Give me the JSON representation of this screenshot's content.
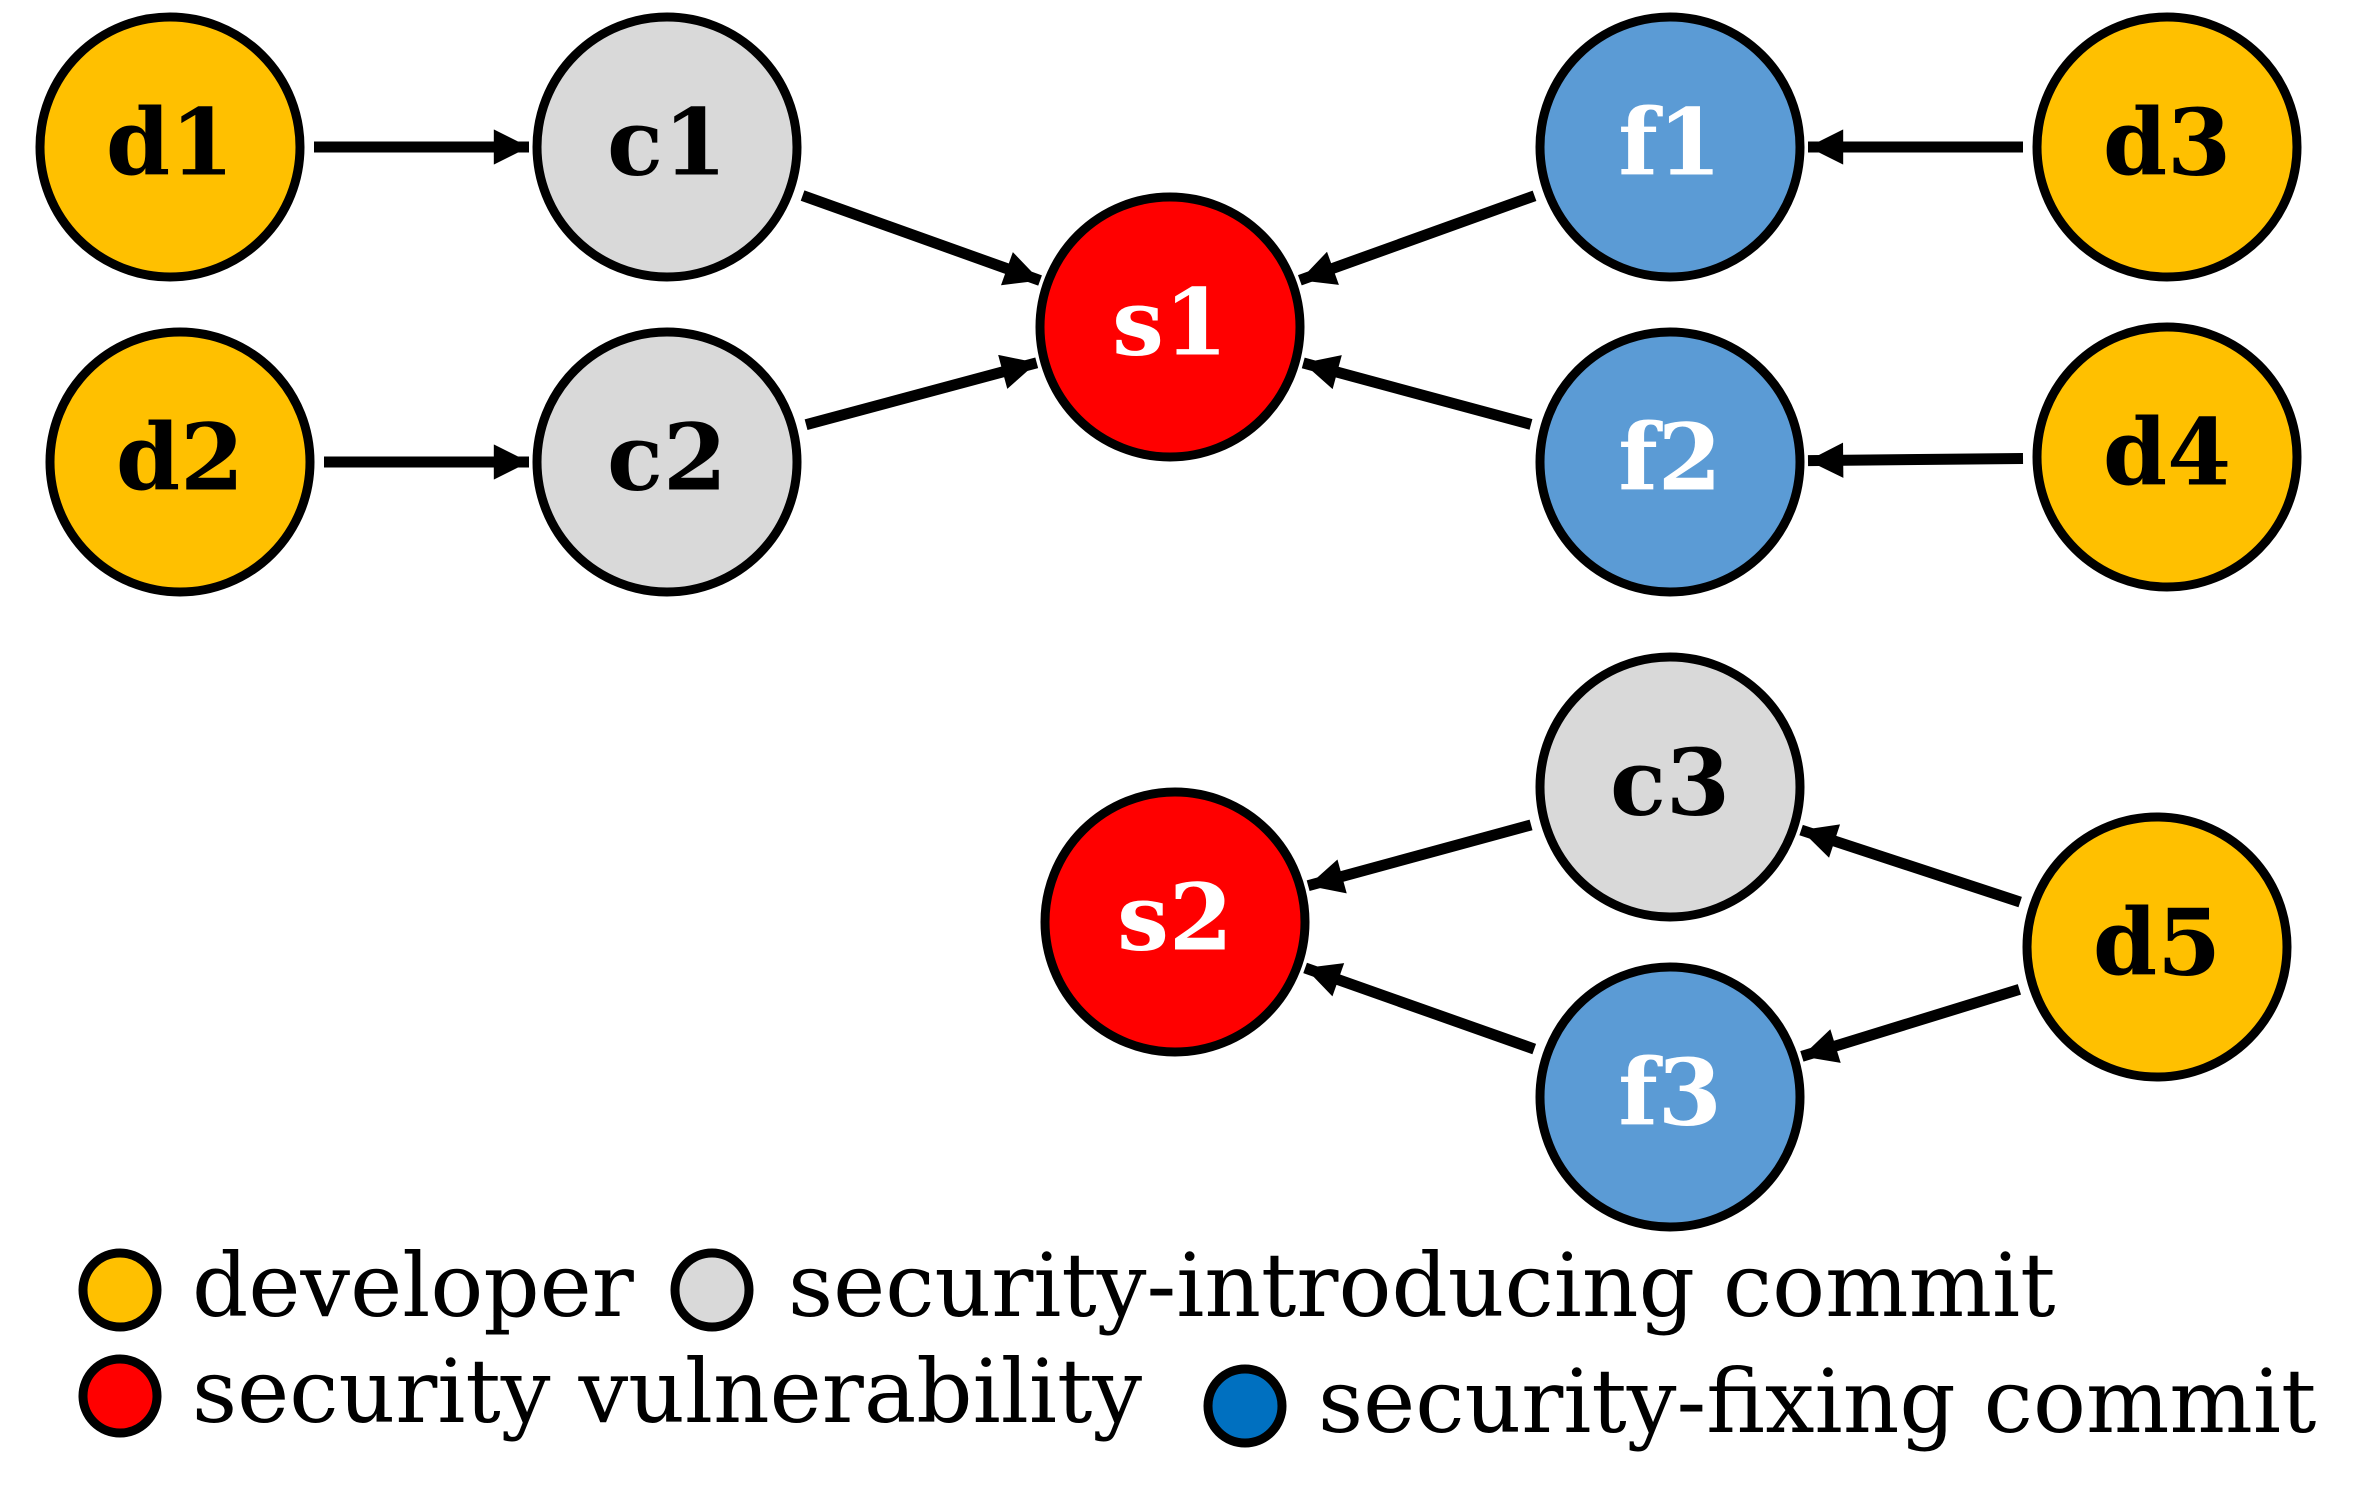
{
  "colors": {
    "developer": "#FFC000",
    "commit": "#D9D9D9",
    "vulnerability": "#FF0000",
    "fix": "#5B9BD5",
    "fix_legend": "#0070C0",
    "stroke": "#000000"
  },
  "nodes": [
    {
      "id": "d1",
      "label": "d1",
      "kind": "developer"
    },
    {
      "id": "c1",
      "label": "c1",
      "kind": "commit"
    },
    {
      "id": "d2",
      "label": "d2",
      "kind": "developer"
    },
    {
      "id": "c2",
      "label": "c2",
      "kind": "commit"
    },
    {
      "id": "s1",
      "label": "s1",
      "kind": "vulnerability"
    },
    {
      "id": "f1",
      "label": "f1",
      "kind": "fix"
    },
    {
      "id": "d3",
      "label": "d3",
      "kind": "developer"
    },
    {
      "id": "f2",
      "label": "f2",
      "kind": "fix"
    },
    {
      "id": "d4",
      "label": "d4",
      "kind": "developer"
    },
    {
      "id": "c3",
      "label": "c3",
      "kind": "commit"
    },
    {
      "id": "s2",
      "label": "s2",
      "kind": "vulnerability"
    },
    {
      "id": "d5",
      "label": "d5",
      "kind": "developer"
    },
    {
      "id": "f3",
      "label": "f3",
      "kind": "fix"
    }
  ],
  "edges": [
    {
      "from": "d1",
      "to": "c1"
    },
    {
      "from": "d2",
      "to": "c2"
    },
    {
      "from": "c1",
      "to": "s1"
    },
    {
      "from": "c2",
      "to": "s1"
    },
    {
      "from": "f1",
      "to": "s1"
    },
    {
      "from": "f2",
      "to": "s1"
    },
    {
      "from": "d3",
      "to": "f1"
    },
    {
      "from": "d4",
      "to": "f2"
    },
    {
      "from": "c3",
      "to": "s2"
    },
    {
      "from": "f3",
      "to": "s2"
    },
    {
      "from": "d5",
      "to": "c3"
    },
    {
      "from": "d5",
      "to": "f3"
    }
  ],
  "legend": {
    "developer": "developer",
    "commit": "security-introducing commit",
    "vulnerability": "security vulnerability",
    "fix": "security-fixing commit"
  }
}
